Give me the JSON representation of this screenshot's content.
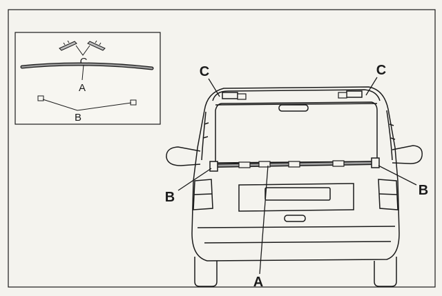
{
  "diagram": {
    "labels": {
      "a": "A",
      "b": "B",
      "c": "C"
    },
    "inset": {
      "labels": {
        "a": "A",
        "b": "B",
        "c": "C"
      }
    },
    "colors": {
      "ink": "#1a1a1a",
      "paper": "#f4f3ee",
      "molding": "#9a9a9a"
    }
  }
}
